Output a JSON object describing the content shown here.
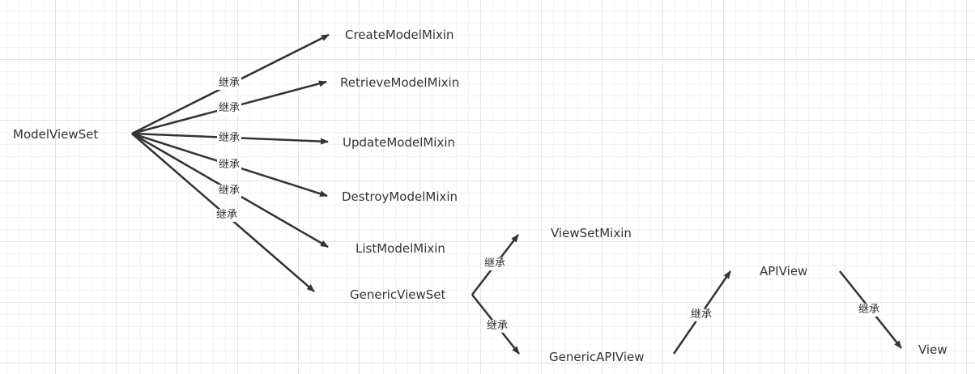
{
  "nodes": {
    "model_view_set": "ModelViewSet",
    "create_model_mixin": "CreateModelMixin",
    "retrieve_model_mixin": "RetrieveModelMixin",
    "update_model_mixin": "UpdateModelMixin",
    "destroy_model_mixin": "DestroyModelMixin",
    "list_model_mixin": "ListModelMixin",
    "generic_view_set": "GenericViewSet",
    "view_set_mixin": "ViewSetMixin",
    "generic_api_view": "GenericAPIView",
    "api_view": "APIView",
    "view": "View"
  },
  "edge_label": "继承",
  "colors": {
    "line": "#333333",
    "text": "#333333",
    "background": "#ffffff"
  }
}
